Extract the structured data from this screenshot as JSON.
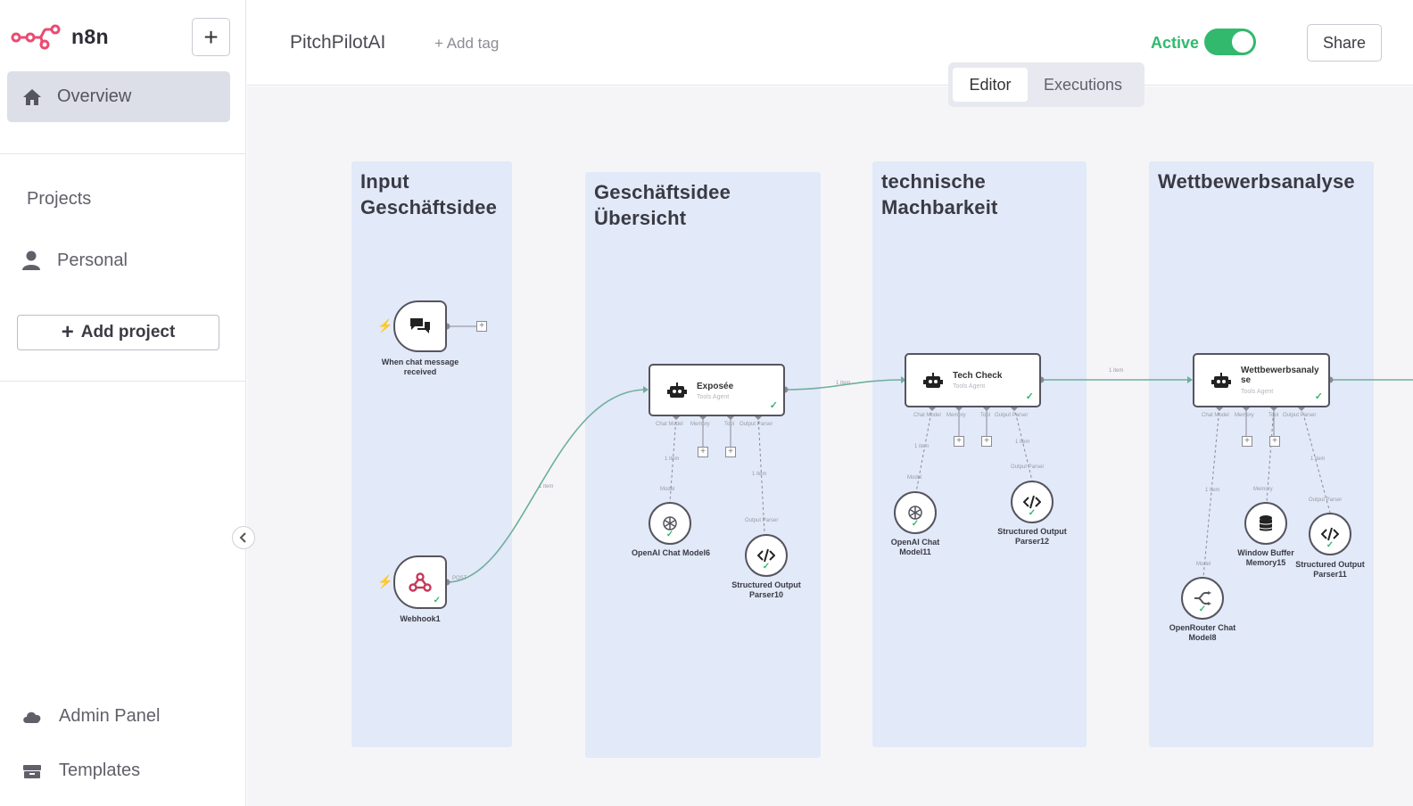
{
  "app": {
    "logo_text": "n8n",
    "new_button": "+",
    "overview": "Overview",
    "projects_heading": "Projects",
    "personal": "Personal",
    "add_project": "Add project",
    "add_project_plus": "+",
    "admin_panel": "Admin Panel",
    "templates": "Templates"
  },
  "header": {
    "workflow_name": "PitchPilotAI",
    "add_tag": "+ Add tag",
    "active_label": "Active",
    "active": true,
    "share": "Share",
    "tabs": [
      {
        "label": "Editor",
        "active": true
      },
      {
        "label": "Executions",
        "active": false
      }
    ]
  },
  "colors": {
    "accent": "#ff6d5a",
    "active_green": "#32b96d",
    "sticky_bg": "#e2e9f8",
    "connection": "#6fae9c"
  },
  "canvas": {
    "sticky_notes": [
      {
        "title_line1": "Input",
        "title_line2": "Geschäftsidee"
      },
      {
        "title_line1": "Geschäftsidee",
        "title_line2": "Übersicht"
      },
      {
        "title_line1": "technische",
        "title_line2": "Machbarkeit"
      },
      {
        "title_line1": "Wettbewerbsanalyse",
        "title_line2": ""
      }
    ],
    "nodes": {
      "chat_trigger": "When chat message received",
      "webhook": "Webhook1",
      "webhook_port": "POST",
      "expose": {
        "name": "Exposée",
        "sub": "Tools Agent"
      },
      "techcheck": {
        "name": "Tech Check",
        "sub": "Tools Agent"
      },
      "wettbewerb": {
        "name": "Wettbewerbsanalyse",
        "sub": "Tools Agent"
      },
      "openai6": "OpenAI Chat Model6",
      "parser10": "Structured Output Parser10",
      "openai11": "OpenAI Chat Model11",
      "parser12": "Structured Output Parser12",
      "openrouter8": "OpenRouter Chat Model8",
      "memory15": "Window Buffer Memory15",
      "parser11": "Structured Output Parser11"
    },
    "port_labels": {
      "chat_model": "Chat Model",
      "memory": "Memory",
      "tool": "Tool",
      "output_parser": "Output Parser",
      "model": "Model"
    },
    "item_label": "1 item"
  }
}
